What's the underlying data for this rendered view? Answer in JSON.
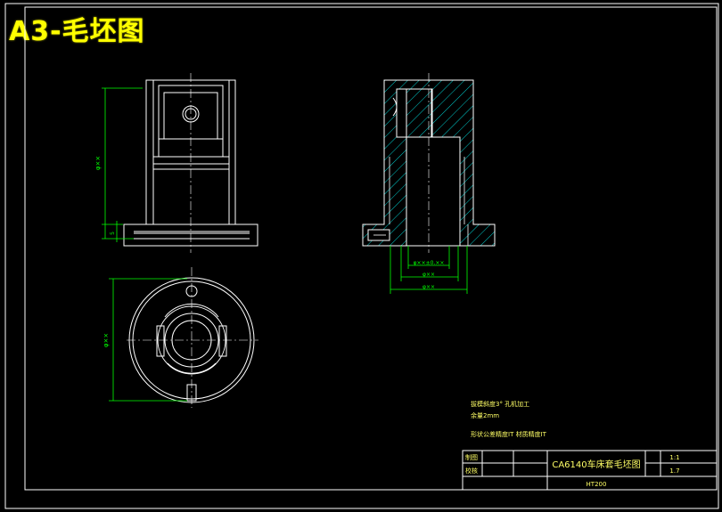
{
  "page": {
    "badge": "A3-毛坯图"
  },
  "dimensions": {
    "front_height": "φ××",
    "front_base": "5",
    "top_dia": "φ××",
    "sect_1": "φ××±0.××",
    "sect_2": "φ××",
    "sect_3": "φ××"
  },
  "notes": {
    "line1": "拔模斜度3° 孔机加工",
    "line2": "余量2mm",
    "line3": "形状公差精度IT 材质精度IT"
  },
  "title_block": {
    "label_draw": "制图",
    "label_check": "校核",
    "title": "CA6140车床套毛坯图",
    "scale": "1:1",
    "sheet": "1.7",
    "material": "HT200"
  },
  "colors": {
    "frame": "#ffffff",
    "part": "#00ffff",
    "dim": "#00ff00",
    "badge": "#ffff00",
    "note": "#ffff66"
  }
}
